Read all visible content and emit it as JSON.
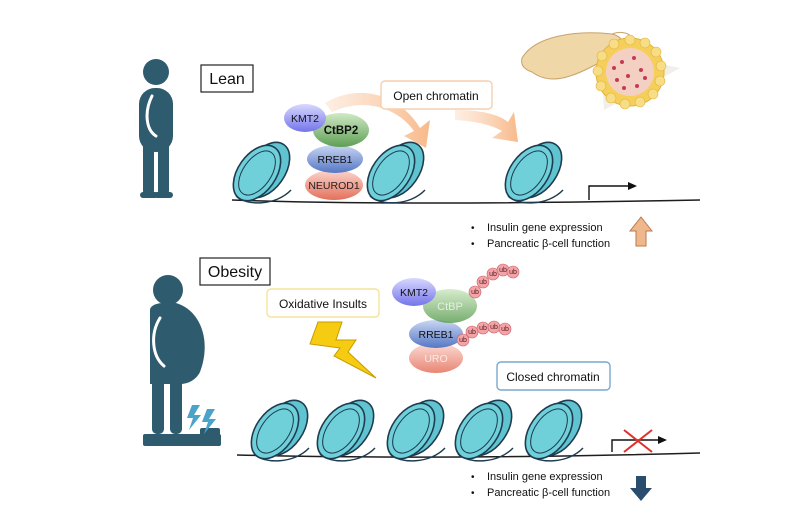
{
  "lean": {
    "label": "Lean",
    "chromatin_label": "Open chromatin",
    "proteins": {
      "kmt2": "KMT2",
      "ctbp2": "CtBP2",
      "rreb1": "RREB1",
      "neurod1": "NEUROD1"
    },
    "outcomes": [
      "Insulin gene expression",
      "Pancreatic β-cell function"
    ],
    "direction": "up",
    "arrow_color": "#e8a06a"
  },
  "obesity": {
    "label": "Obesity",
    "stress_label": "Oxidative Insults",
    "chromatin_label": "Closed chromatin",
    "proteins": {
      "kmt2": "KMT2",
      "ctbp2": "CtBP",
      "rreb1": "RREB1",
      "neurod1": "URO"
    },
    "ubiquitin_tag": "ub",
    "outcomes": [
      "Insulin gene expression",
      "Pancreatic β-cell function"
    ],
    "direction": "down",
    "arrow_color": "#2a4d6e"
  },
  "colors": {
    "person": "#2f5b6f",
    "nucleosome": "#5fc4cf",
    "kmt2": "#8f8ff0",
    "ctbp2": "#7ab56e",
    "rreb1": "#6f8ed3",
    "neurod1": "#ec8a7a",
    "ubiquitin": "#f0a0a0",
    "lightning": "#f5cc12"
  }
}
